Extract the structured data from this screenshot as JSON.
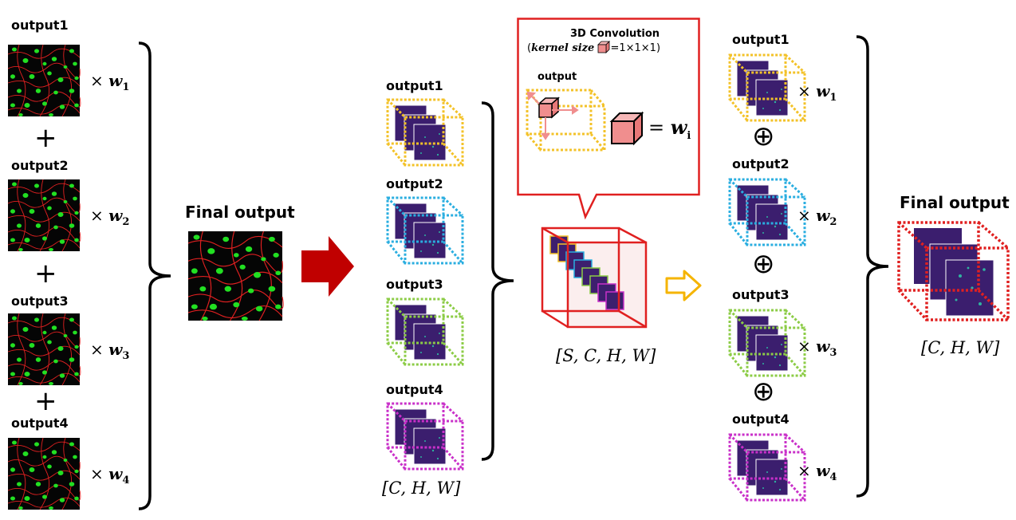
{
  "colors": {
    "bg_dark": "#050505",
    "nucleus_green": "#22e022",
    "membrane_red": "#e02020",
    "stack_purple": "#3d1f6e",
    "arrow_red": "#c00000",
    "arrow_yellow": "#f5b400",
    "cube_orange": "#f3c228",
    "cube_blue": "#2aaee0",
    "cube_green": "#8ccc46",
    "cube_magenta": "#c930c9",
    "callout_red": "#e02020",
    "kernel_pink": "#f08e8e"
  },
  "left": {
    "items": [
      {
        "label": "output1",
        "weight": "w",
        "sub": "1"
      },
      {
        "label": "output2",
        "weight": "w",
        "sub": "2"
      },
      {
        "label": "output3",
        "weight": "w",
        "sub": "3"
      },
      {
        "label": "output4",
        "weight": "w",
        "sub": "4"
      }
    ],
    "plus": "+",
    "times": "×",
    "final_label": "Final output"
  },
  "middle": {
    "items": [
      "output1",
      "output2",
      "output3",
      "output4"
    ],
    "dims": "[C, H, W]"
  },
  "conv": {
    "title": "3D Convolution",
    "kernel_prefix": "(",
    "kernel_text": "kernel size",
    "kernel_eq": "=1×1×1)",
    "output_label": "output",
    "equals": "=",
    "w": "w",
    "w_sub": "i",
    "dims": "[S, C, H, W]"
  },
  "right": {
    "items": [
      {
        "label": "output1",
        "weight": "w",
        "sub": "1"
      },
      {
        "label": "output2",
        "weight": "w",
        "sub": "2"
      },
      {
        "label": "output3",
        "weight": "w",
        "sub": "3"
      },
      {
        "label": "output4",
        "weight": "w",
        "sub": "4"
      }
    ],
    "oplus": "⊕",
    "final_label": "Final output",
    "dims": "[C, H, W]"
  }
}
